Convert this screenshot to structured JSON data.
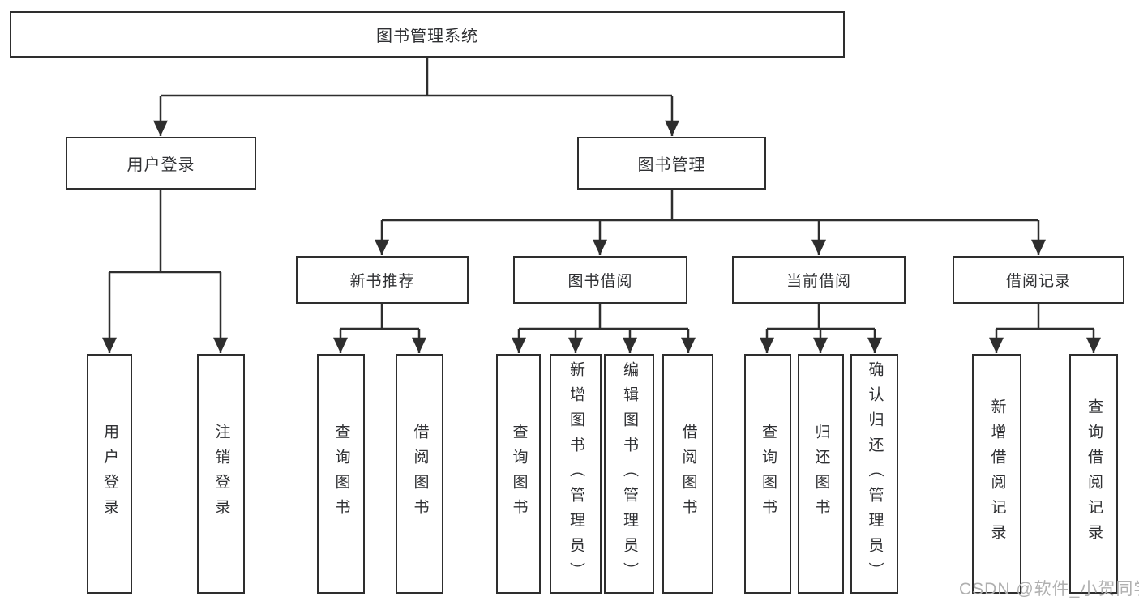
{
  "colors": {
    "line": "#2e2e2e",
    "box_border": "#2e2e2e",
    "text": "#2f3033",
    "watermark": "#b0b0b0",
    "background": "#ffffff"
  },
  "watermark": {
    "text": "CSDN @软件_小贺同学"
  },
  "tree": {
    "root": {
      "label": "图书管理系统"
    },
    "branches": [
      {
        "label": "用户登录",
        "children": [
          {
            "label": "用户登录"
          },
          {
            "label": "注销登录"
          }
        ]
      },
      {
        "label": "图书管理",
        "children": [
          {
            "label": "新书推荐",
            "children": [
              {
                "label": "查询图书"
              },
              {
                "label": "借阅图书"
              }
            ]
          },
          {
            "label": "图书借阅",
            "children": [
              {
                "label": "查询图书"
              },
              {
                "label": "新增图书（管理员）"
              },
              {
                "label": "编辑图书（管理员）"
              },
              {
                "label": "借阅图书"
              }
            ]
          },
          {
            "label": "当前借阅",
            "children": [
              {
                "label": "查询图书"
              },
              {
                "label": "归还图书"
              },
              {
                "label": "确认归还（管理员）"
              }
            ]
          },
          {
            "label": "借阅记录",
            "children": [
              {
                "label": "新增借阅记录"
              },
              {
                "label": "查询借阅记录"
              }
            ]
          }
        ]
      }
    ]
  }
}
